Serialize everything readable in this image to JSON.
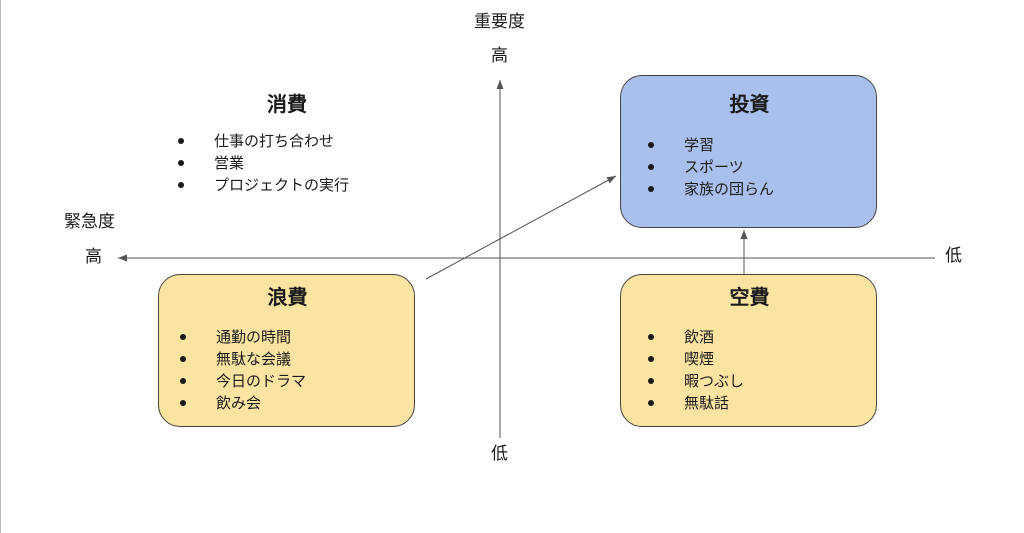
{
  "axes": {
    "vertical_title": "重要度",
    "vertical_high": "高",
    "vertical_low": "低",
    "horizontal_title": "緊急度",
    "horizontal_high": "高",
    "horizontal_low": "低"
  },
  "quadrants": {
    "consumption": {
      "title": "消費",
      "items": [
        "仕事の打ち合わせ",
        "営業",
        "プロジェクトの実行"
      ]
    },
    "investment": {
      "title": "投資",
      "color": "#a9c0ec",
      "items": [
        "学習",
        "スポーツ",
        "家族の団らん"
      ]
    },
    "waste": {
      "title": "浪費",
      "color": "#fbe3a1",
      "items": [
        "通勤の時間",
        "無駄な会議",
        "今日のドラマ",
        "飲み会"
      ]
    },
    "idle": {
      "title": "空費",
      "color": "#fbe3a1",
      "items": [
        "飲酒",
        "喫煙",
        "暇つぶし",
        "無駄話"
      ]
    }
  }
}
